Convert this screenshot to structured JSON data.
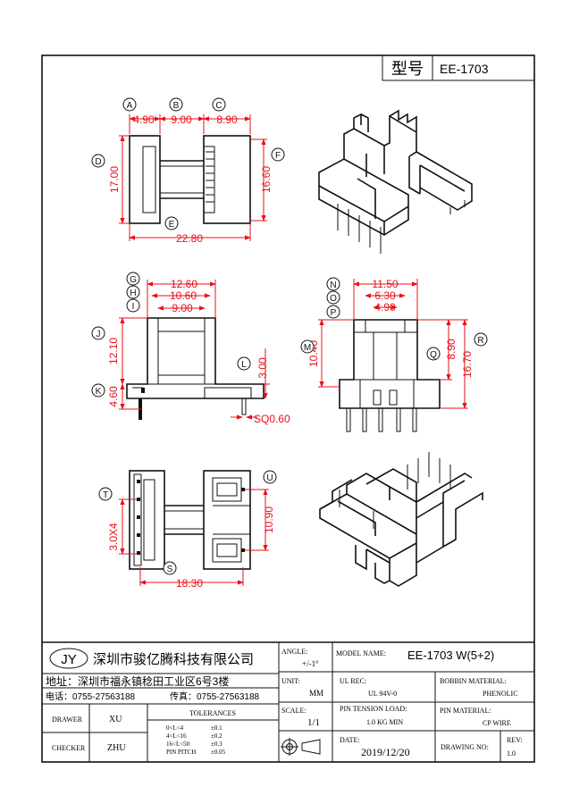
{
  "title_block": {
    "type_label": "型号",
    "type_value": "EE-1703",
    "logo": "JY",
    "company": "深圳市骏亿腾科技有限公司",
    "address": "地址：深圳市福永镇稔田工业区6号3楼",
    "tel": "电话：0755-27563188",
    "fax": "传真：0755-27563188",
    "angle_label": "ANGLE:",
    "angle_value": "+/-1°",
    "model_label": "MODEL NAME:",
    "model_value": "EE-1703 W(5+2)",
    "unit_label": "UNIT:",
    "unit_value": "MM",
    "ul_label": "UL REC:",
    "ul_value": "UL 94V-0",
    "bobbin_label": "BOBBIN MATERIAL:",
    "bobbin_value": "PHENOLIC",
    "scale_label": "SCALE:",
    "scale_value": "1/1",
    "pin_tension_label": "PIN TENSION LOAD:",
    "pin_tension_value": "1.0 KG MIN",
    "pin_material_label": "PIN MATERIAL:",
    "pin_material_value": "CP WIRE",
    "drawer_label": "DRAWER",
    "drawer_value": "XU",
    "checker_label": "CHECKER",
    "checker_value": "ZHU",
    "tolerances_label": "TOLERANCES",
    "tolerances": [
      {
        "range": "0<L<4",
        "tol": "±0.1"
      },
      {
        "range": "4<L<16",
        "tol": "±0.2"
      },
      {
        "range": "16<L<50",
        "tol": "±0.3"
      },
      {
        "range": "PIN PITCH",
        "tol": "±0.05"
      }
    ],
    "date_label": "DATE:",
    "date_value": "2019/12/20",
    "drawing_no_label": "DRAWING NO:",
    "rev_label": "REV:",
    "rev_value": "1.0"
  },
  "top_view": {
    "labels": {
      "A": "A",
      "B": "B",
      "C": "C",
      "D": "D",
      "E": "E",
      "F": "F"
    },
    "dims": {
      "a": "4.90",
      "b": "9.00",
      "c": "8.90",
      "d": "17.00",
      "e": "22.80",
      "f": "16.60"
    }
  },
  "front_view": {
    "labels": {
      "G": "G",
      "H": "H",
      "I": "I",
      "J": "J",
      "K": "K",
      "L": "L"
    },
    "dims": {
      "g": "12.60",
      "h": "10.60",
      "i": "9.00",
      "j": "12.10",
      "k": "4.60",
      "l": "3.00",
      "sq": "SQ0.60"
    }
  },
  "side_view": {
    "labels": {
      "M": "M",
      "N": "N",
      "O": "O",
      "P": "P",
      "Q": "Q",
      "R": "R"
    },
    "dims": {
      "n": "11.50",
      "o": "6.30",
      "p": "4.90",
      "m": "10.40",
      "q": "8.90",
      "r": "16.70"
    }
  },
  "bottom_view": {
    "labels": {
      "S": "S",
      "T": "T",
      "U": "U"
    },
    "dims": {
      "s": "18.30",
      "t": "3.0X4",
      "u": "10.90"
    }
  }
}
